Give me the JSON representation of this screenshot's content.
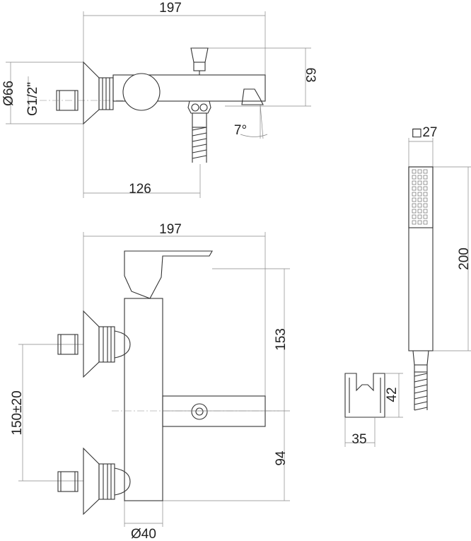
{
  "dimensions": {
    "top_width": "197",
    "top_height": "63",
    "top_depth": "126",
    "flange_diameter": "Ø66",
    "thread": "G1/2\"",
    "angle": "7°",
    "front_width": "197",
    "front_upper_height": "153",
    "front_lower_height": "94",
    "inlet_spacing": "150±20",
    "body_diameter": "Ø40",
    "shower_section": "◻27",
    "shower_length": "200",
    "holder_height": "42",
    "holder_width": "35"
  }
}
